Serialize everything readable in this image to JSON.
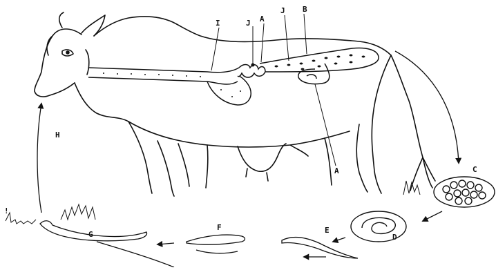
{
  "labels": {
    "I": "I",
    "J1": "J",
    "A1": "A",
    "J2": "J",
    "B": "B",
    "A2": "A",
    "H": "H",
    "C": "C",
    "D": "D",
    "E": "E",
    "F": "F",
    "G": "G",
    "bang": "!"
  }
}
